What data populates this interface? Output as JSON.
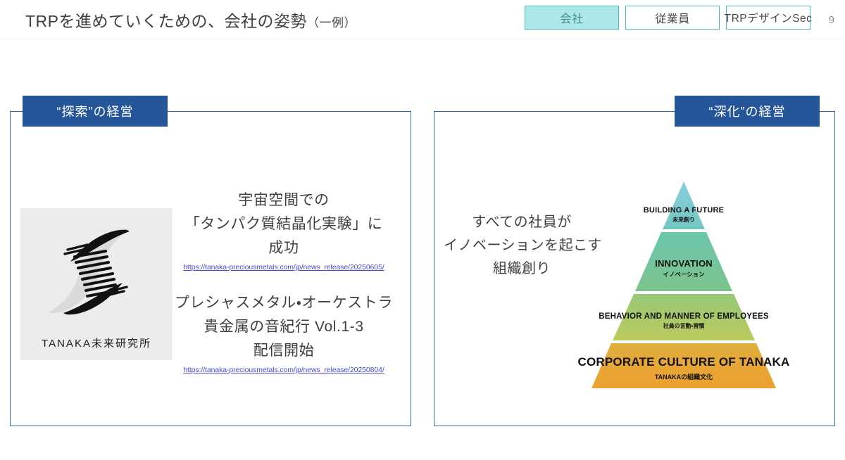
{
  "header": {
    "title_main": "TRPを進めていくための、会社の姿勢",
    "title_paren": "（一例）",
    "page_number": "9",
    "tabs": [
      {
        "label": "会社",
        "state": "active"
      },
      {
        "label": "従業員",
        "state": "inactive"
      },
      {
        "label": "TRPデザインSec",
        "state": "inactive"
      }
    ]
  },
  "colors": {
    "panel_border": "#2d6ca4",
    "heading_fill": "#25569a",
    "tab_accent": "#4bb9b9",
    "tab_active_fill": "#aee7e8",
    "link": "#4a4ad0",
    "pyramid_top": "#7fcbdd",
    "pyramid_second": "#6ec6a6",
    "pyramid_third": "#a8c864",
    "pyramid_base": "#e8a93a"
  },
  "panels": {
    "left": {
      "heading": "“探索”の経営",
      "logo": {
        "wordmark": "TANAKA未来研究所",
        "mark_name": "tanaka-striped-hourglass-logo"
      },
      "news": [
        {
          "lines": [
            "宇宙空間での",
            "「タンパク質結晶化実験」に",
            "成功"
          ],
          "url": "https://tanaka-preciousmetals.com/jp/news_release/20250605/"
        },
        {
          "lines": [
            "プレシャスメタル・オーケストラ",
            "貴金属の音紀行 Vol.1-3",
            "配信開始"
          ],
          "url": "https://tanaka-preciousmetals.com/jp/news_release/20250804/"
        }
      ]
    },
    "right": {
      "heading": "“深化”の経営",
      "statement": [
        "すべての社員が",
        "イノベーションを起こす",
        "組織創り"
      ],
      "pyramid": {
        "tiers": [
          {
            "en": "BUILDING A FUTURE",
            "ja": "未来創り"
          },
          {
            "en": "INNOVATION",
            "ja": "イノベーション"
          },
          {
            "en": "BEHAVIOR AND MANNER OF EMPLOYEES",
            "ja": "社員の言動・習慣"
          },
          {
            "en": "CORPORATE CULTURE OF TANAKA",
            "ja": "TANAKAの組織文化"
          }
        ]
      }
    }
  }
}
